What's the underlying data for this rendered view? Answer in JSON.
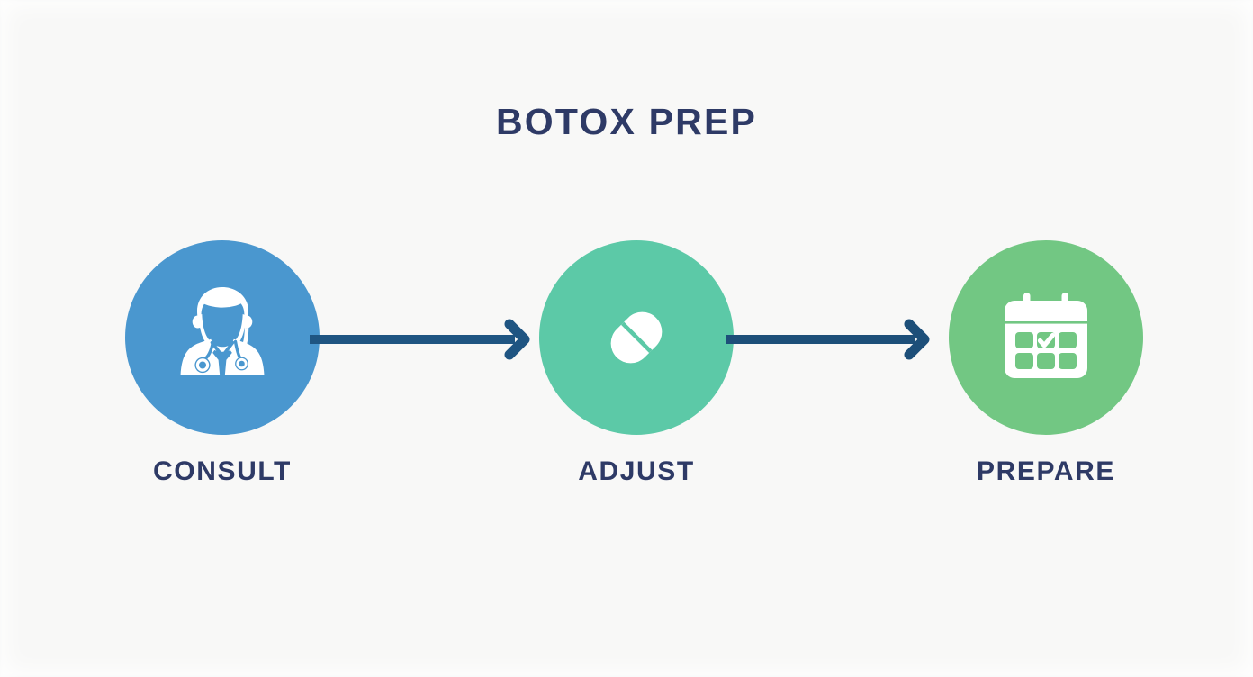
{
  "page": {
    "title": "BOTOX PREP",
    "background_color": "#f7f7f6",
    "title_color": "#2e3a66"
  },
  "diagram": {
    "type": "process-flow",
    "orientation": "horizontal",
    "step_count": 3,
    "steps": [
      {
        "label": "CONSULT",
        "icon": "doctor-icon",
        "circle_color": "#4a97cf",
        "icon_color": "#ffffff"
      },
      {
        "label": "ADJUST",
        "icon": "pill-capsule-icon",
        "circle_color": "#5cc9a7",
        "icon_color": "#ffffff"
      },
      {
        "label": "PREPARE",
        "icon": "calendar-check-icon",
        "circle_color": "#72c783",
        "icon_color": "#ffffff"
      }
    ],
    "connectors": [
      {
        "icon": "arrow-right-icon",
        "color": "#1f5582",
        "from": "CONSULT",
        "to": "ADJUST"
      },
      {
        "icon": "arrow-right-icon",
        "color": "#1d4f79",
        "from": "ADJUST",
        "to": "PREPARE"
      }
    ]
  }
}
